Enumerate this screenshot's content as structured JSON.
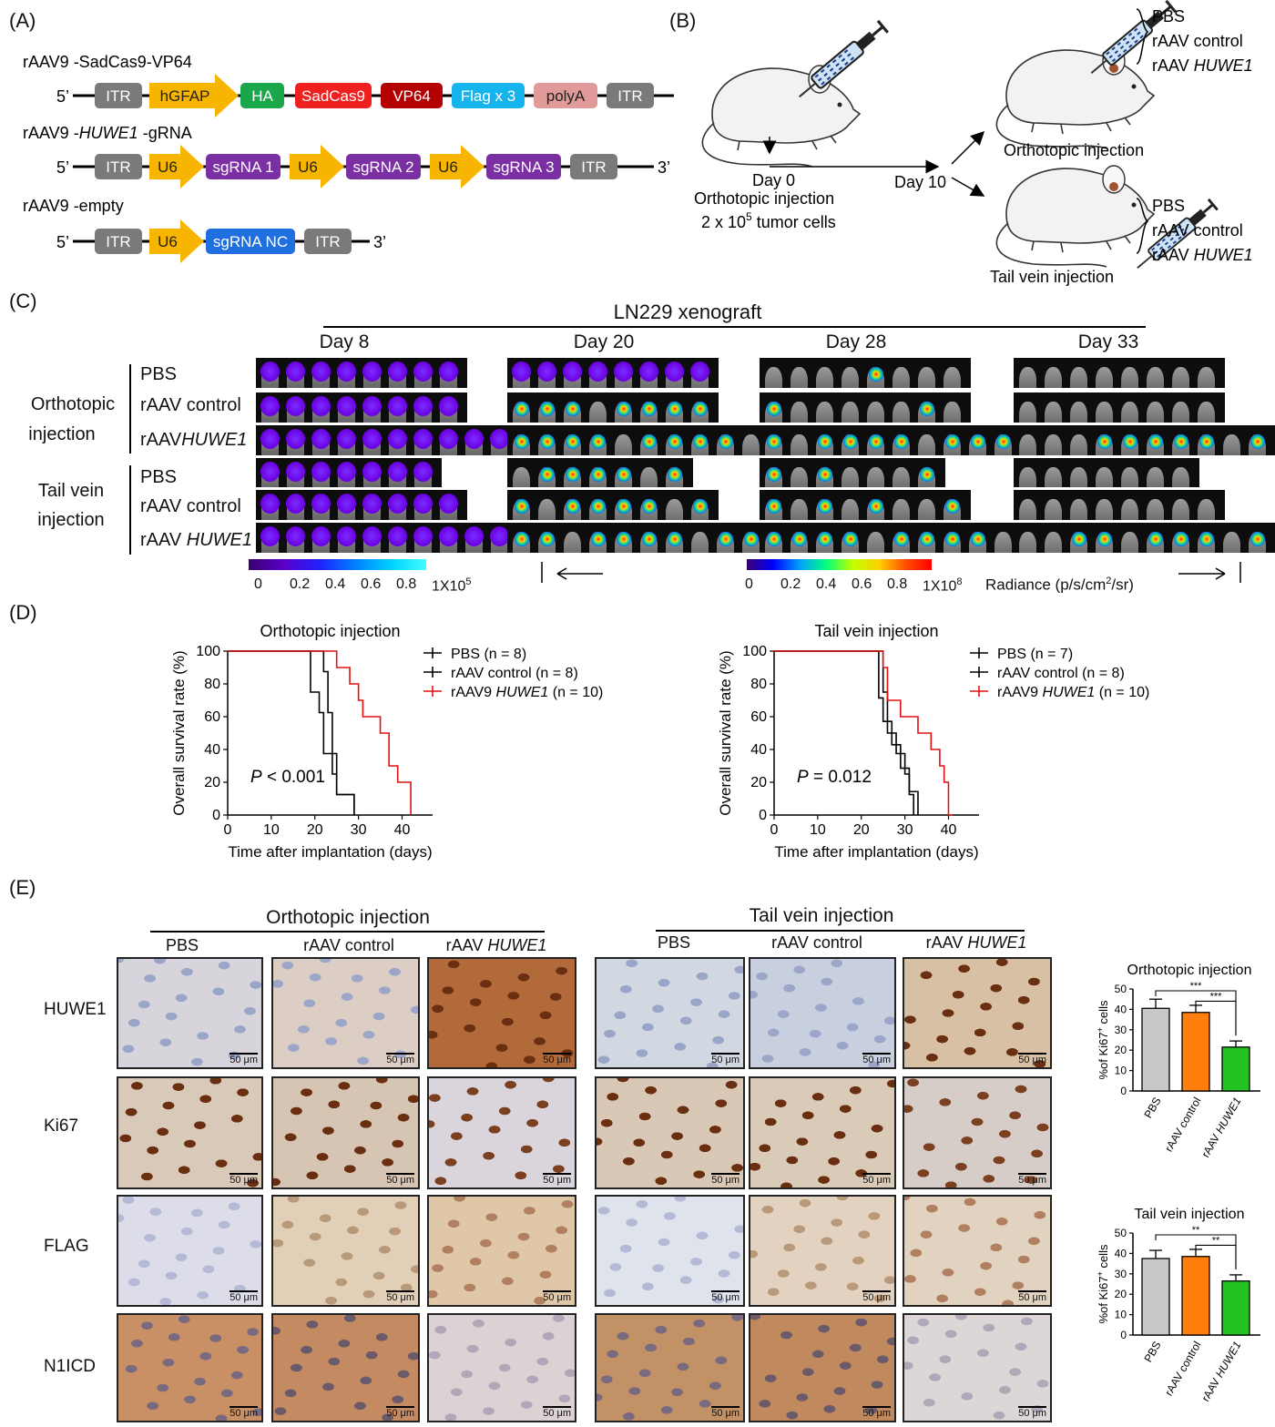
{
  "panels": {
    "A": "(A)",
    "B": "(B)",
    "C": "(C)",
    "D": "(D)",
    "E": "(E)"
  },
  "panelA": {
    "constructs": [
      {
        "name": "rAAV9 -SadCas9-VP64",
        "five": "5’",
        "three": "3’",
        "parts": [
          {
            "label": "ITR",
            "color": "#7a7a7a"
          },
          {
            "label": "hGFAP",
            "color": "#f7b500",
            "arrow": true
          },
          {
            "label": "HA",
            "color": "#1aa64a"
          },
          {
            "label": "SadCas9",
            "color": "#ef2020"
          },
          {
            "label": "VP64",
            "color": "#b30000"
          },
          {
            "label": "Flag x 3",
            "color": "#16b4ec"
          },
          {
            "label": "polyA",
            "color": "#e09a9a"
          },
          {
            "label": "ITR",
            "color": "#7a7a7a"
          }
        ]
      },
      {
        "name_pre": "rAAV9 -",
        "name_ital": "HUWE1",
        "name_post": " -gRNA",
        "five": "5’",
        "three": "3’",
        "parts": [
          {
            "label": "ITR",
            "color": "#7a7a7a"
          },
          {
            "label": "U6",
            "color": "#f7b500",
            "arrow": true
          },
          {
            "label": "sgRNA 1",
            "color": "#7a2fa3"
          },
          {
            "label": "U6",
            "color": "#f7b500",
            "arrow": true
          },
          {
            "label": "sgRNA 2",
            "color": "#7a2fa3"
          },
          {
            "label": "U6",
            "color": "#f7b500",
            "arrow": true
          },
          {
            "label": "sgRNA 3",
            "color": "#7a2fa3"
          },
          {
            "label": "ITR",
            "color": "#7a7a7a"
          }
        ]
      },
      {
        "name": "rAAV9 -empty",
        "five": "5’",
        "three": "3’",
        "parts": [
          {
            "label": "ITR",
            "color": "#7a7a7a"
          },
          {
            "label": "U6",
            "color": "#f7b500",
            "arrow": true
          },
          {
            "label": "sgRNA NC",
            "color": "#1f6fe0"
          },
          {
            "label": "ITR",
            "color": "#7a7a7a"
          }
        ]
      }
    ]
  },
  "panelB": {
    "day0": "Day 0",
    "orthotopic": "Orthotopic  injection",
    "cells_pre": "2 x 10",
    "cells_exp": "5",
    "cells_post": "  tumor cells",
    "day10": "Day 10",
    "orth_inj": "Orthotopic injection",
    "tail_inj": "Tail vein injection",
    "groups": [
      "PBS",
      "rAAV control",
      "rAAV "
    ],
    "group_ital": "HUWE1"
  },
  "panelC": {
    "title": "LN229  xenograft",
    "days": [
      "Day 8",
      "Day 20",
      "Day 28",
      "Day 33"
    ],
    "route_orth": [
      "Orthotopic",
      "injection"
    ],
    "route_tail": [
      "Tail vein",
      "injection"
    ],
    "rows": [
      "PBS",
      "rAAV control",
      "rAAV"
    ],
    "row_ital": "HUWE1",
    "scale1": {
      "ticks": [
        "0",
        "0.2",
        "0.4",
        "0.6",
        "0.8",
        "1X10"
      ],
      "exp": "5"
    },
    "scale2": {
      "ticks": [
        "0",
        "0.2",
        "0.4",
        "0.6",
        "0.8",
        "1X10"
      ],
      "exp": "8"
    },
    "radiance": "Radiance (p/s/cm",
    "radiance_exp": "2",
    "radiance_end": "/sr)"
  },
  "chart_data": [
    {
      "type": "line",
      "title": "Orthotopic injection",
      "xlabel": "Time after implantation (days)",
      "ylabel": "Overall survival rate (%)",
      "xlim": [
        0,
        47
      ],
      "ylim": [
        0,
        100
      ],
      "xticks": [
        0,
        10,
        20,
        30,
        40
      ],
      "yticks": [
        0,
        20,
        40,
        60,
        80,
        100
      ],
      "annotation_p": "P",
      "annotation": " < 0.001",
      "series": [
        {
          "name": "PBS",
          "n": "(n = 8)",
          "color": "#000000",
          "x": [
            0,
            19,
            19,
            21,
            21,
            22,
            22,
            24,
            24,
            25,
            25,
            29,
            29
          ],
          "y": [
            100,
            100,
            75,
            75,
            62.5,
            62.5,
            37.5,
            37.5,
            25,
            25,
            12.5,
            12.5,
            0
          ]
        },
        {
          "name": "rAAV control",
          "n": "(n = 8)",
          "color": "#000000",
          "x": [
            0,
            22,
            22,
            23,
            23,
            24,
            24,
            25,
            25,
            26,
            26,
            29,
            29
          ],
          "y": [
            100,
            100,
            87.5,
            87.5,
            62.5,
            62.5,
            37.5,
            37.5,
            12.5,
            12.5,
            12.5,
            12.5,
            0
          ]
        },
        {
          "name": "rAAV9",
          "name_ital": "HUWE1",
          "n": "(n = 10)",
          "color": "#e01010",
          "x": [
            0,
            25,
            25,
            28,
            28,
            30,
            30,
            31,
            31,
            32,
            32,
            35,
            35,
            37,
            37,
            39,
            39,
            42,
            42
          ],
          "y": [
            100,
            100,
            90,
            90,
            80,
            80,
            70,
            70,
            60,
            60,
            60,
            60,
            50,
            50,
            30,
            30,
            20,
            20,
            0
          ]
        }
      ]
    },
    {
      "type": "line",
      "title": "Tail vein injection",
      "xlabel": "Time after implantation (days)",
      "ylabel": "Overall survival rate (%)",
      "xlim": [
        0,
        47
      ],
      "ylim": [
        0,
        100
      ],
      "xticks": [
        0,
        10,
        20,
        30,
        40
      ],
      "yticks": [
        0,
        20,
        40,
        60,
        80,
        100
      ],
      "annotation_p": "P",
      "annotation": " = 0.012",
      "series": [
        {
          "name": "PBS",
          "n": "(n = 7)",
          "color": "#000000",
          "x": [
            0,
            24,
            24,
            25,
            25,
            27,
            27,
            29,
            29,
            31,
            31,
            33,
            33
          ],
          "y": [
            100,
            100,
            71.4,
            71.4,
            57.1,
            57.1,
            42.9,
            42.9,
            28.6,
            28.6,
            14.3,
            14.3,
            0
          ]
        },
        {
          "name": "rAAV control",
          "n": "(n = 8)",
          "color": "#000000",
          "x": [
            0,
            25,
            25,
            26,
            26,
            28,
            28,
            30,
            30,
            31,
            31,
            32,
            32
          ],
          "y": [
            100,
            100,
            75,
            75,
            50,
            50,
            37.5,
            37.5,
            25,
            25,
            12.5,
            12.5,
            0
          ]
        },
        {
          "name": "rAAV9",
          "name_ital": "HUWE1",
          "n": "(n = 10)",
          "color": "#e01010",
          "x": [
            0,
            25,
            25,
            26,
            26,
            29,
            29,
            33,
            33,
            36,
            36,
            38,
            38,
            39,
            39,
            40,
            40,
            41,
            41
          ],
          "y": [
            100,
            100,
            90,
            90,
            70,
            70,
            60,
            60,
            50,
            50,
            40,
            40,
            30,
            30,
            20,
            20,
            0,
            0,
            0
          ]
        }
      ]
    },
    {
      "type": "bar",
      "title": "Orthotopic injection",
      "ylabel_pre": "%of Ki67",
      "ylabel_sup": "+",
      "ylabel_post": " cells",
      "categories": [
        "PBS",
        "rAAV control",
        "rAAV HUWE1"
      ],
      "values": [
        40.5,
        38.5,
        21.5
      ],
      "errors": [
        4.5,
        3.5,
        3
      ],
      "colors": [
        "#c8c8c8",
        "#ff7f0e",
        "#22c322"
      ],
      "ylim": [
        0,
        50
      ],
      "yticks": [
        0,
        10,
        20,
        30,
        40,
        50
      ],
      "sig": [
        {
          "text": "***",
          "from": 0,
          "to": 2
        },
        {
          "text": "***",
          "from": 1,
          "to": 2
        }
      ]
    },
    {
      "type": "bar",
      "title": "Tail vein injection",
      "ylabel_pre": "%of Ki67",
      "ylabel_sup": "+",
      "ylabel_post": " cells",
      "categories": [
        "PBS",
        "rAAV control",
        "rAAV HUWE1"
      ],
      "values": [
        37.5,
        38.5,
        26.5
      ],
      "errors": [
        4,
        3.5,
        3
      ],
      "colors": [
        "#c8c8c8",
        "#ff7f0e",
        "#22c322"
      ],
      "ylim": [
        0,
        50
      ],
      "yticks": [
        0,
        10,
        20,
        30,
        40,
        50
      ],
      "sig": [
        {
          "text": "**",
          "from": 0,
          "to": 2
        },
        {
          "text": "**",
          "from": 1,
          "to": 2
        }
      ]
    }
  ],
  "panelE": {
    "orth_title": "Orthotopic   injection",
    "tail_title": "Tail vein injection",
    "cols": [
      "PBS",
      "rAAV control",
      "rAAV "
    ],
    "col_ital": "HUWE1",
    "stains": [
      "HUWE1",
      "Ki67",
      "FLAG",
      "N1ICD"
    ],
    "scale": "50 μm"
  }
}
